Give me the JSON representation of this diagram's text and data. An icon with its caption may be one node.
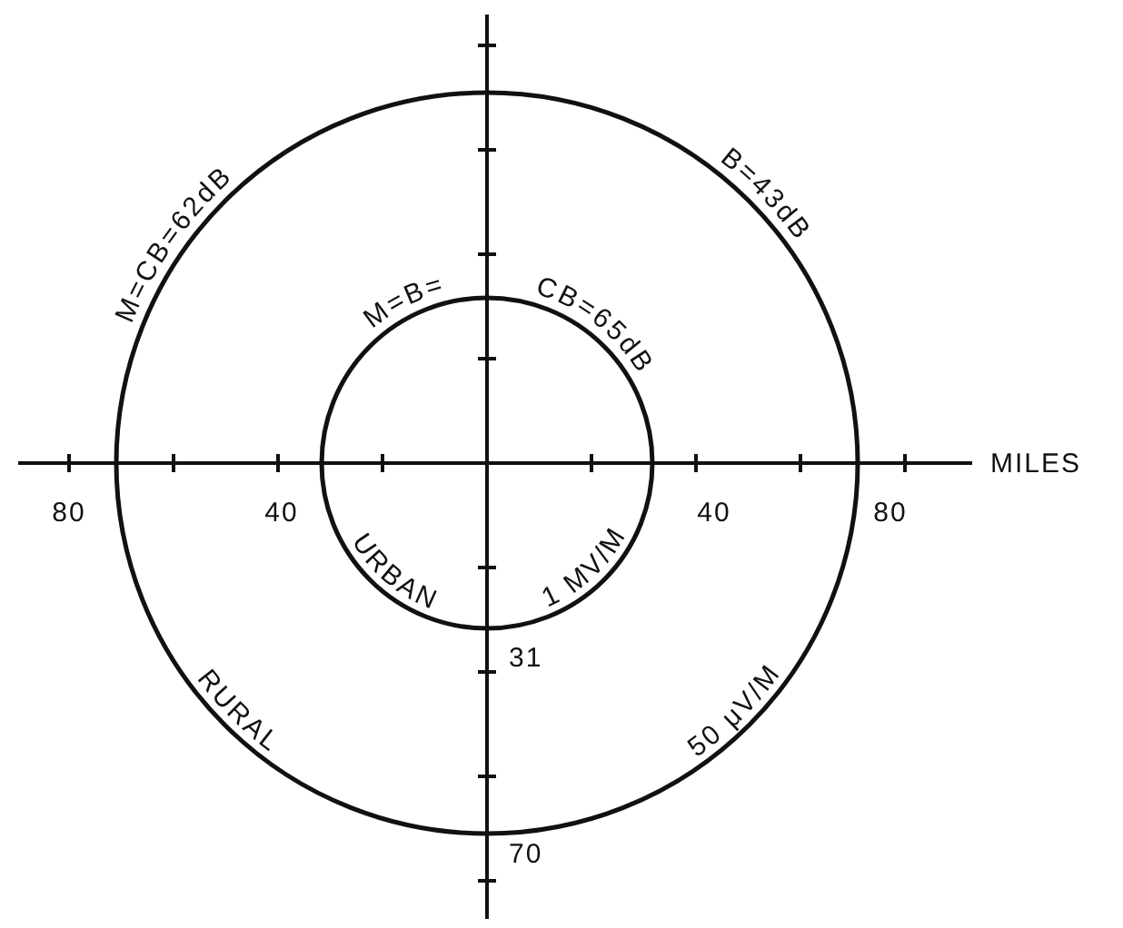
{
  "diagram": {
    "nodes": [
      {
        "text": [
          "M=CB=62dB",
          "B=43dB",
          "RURAL",
          "50 μV/M"
        ]
      },
      {
        "text": [
          "M=B=",
          "CB=65dB",
          "URBAN",
          "1 MV/M"
        ],
        "in": 0
      }
    ],
    "labels": [
      "80",
      "40",
      "40",
      "80",
      "MILES",
      "31",
      "70"
    ]
  }
}
